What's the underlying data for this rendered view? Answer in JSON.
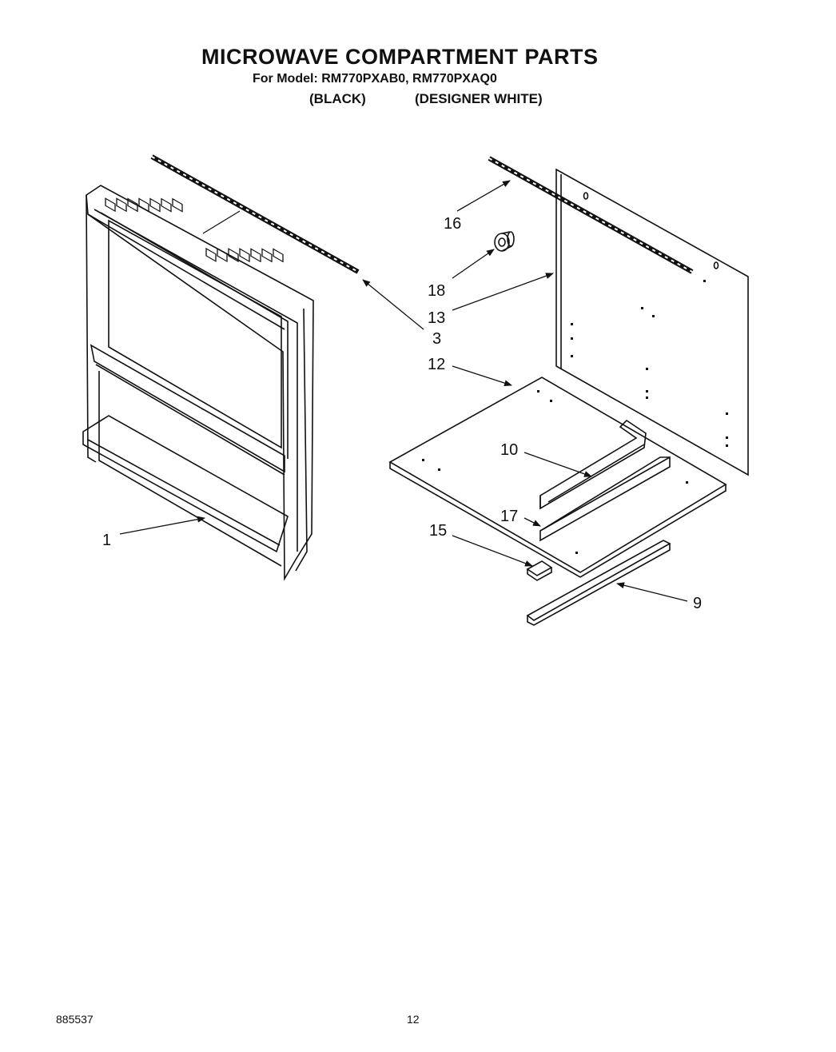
{
  "header": {
    "title": "MICROWAVE COMPARTMENT PARTS",
    "model_line": "For Model: RM770PXAB0, RM770PXAQ0",
    "variant_black": "(BLACK)",
    "variant_white": "(DESIGNER WHITE)"
  },
  "callouts": {
    "c1": "1",
    "c3": "3",
    "c9": "9",
    "c10": "10",
    "c12": "12",
    "c13": "13",
    "c15": "15",
    "c16": "16",
    "c17": "17",
    "c18": "18"
  },
  "footer": {
    "doc_number": "885537",
    "page_number": "12"
  }
}
